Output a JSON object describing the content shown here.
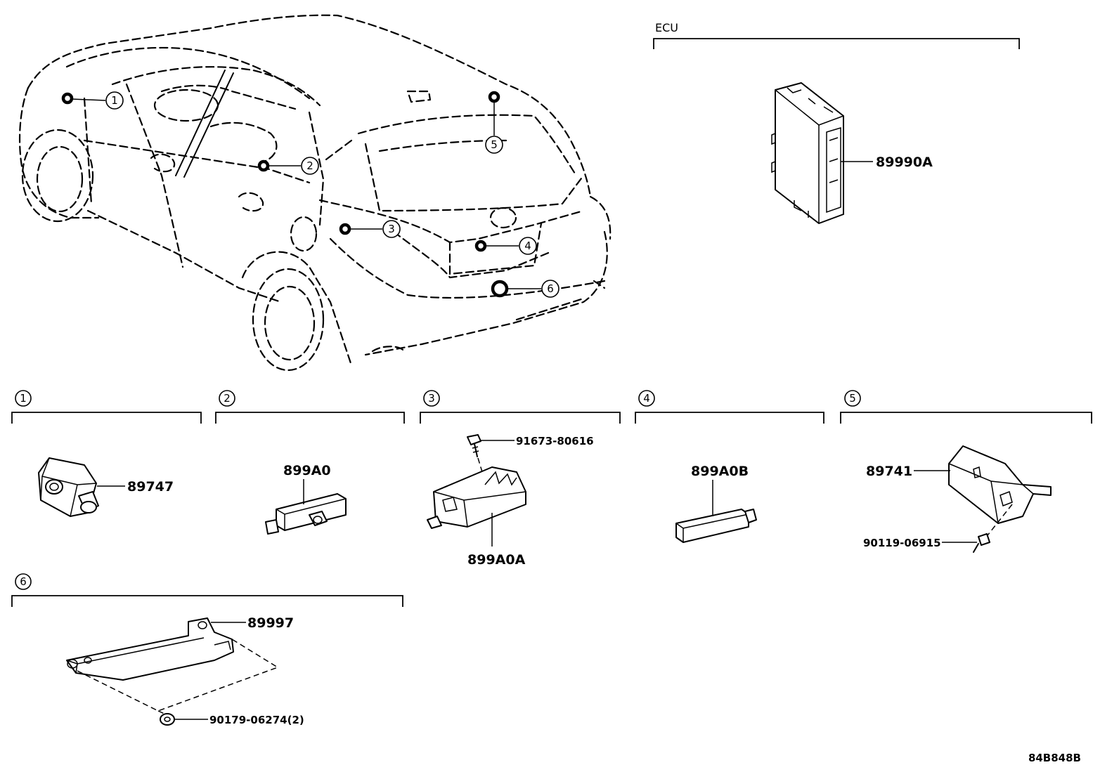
{
  "ecu": {
    "label": "ECU",
    "part_number": "89990A"
  },
  "car_locations": [
    {
      "num": "1"
    },
    {
      "num": "2"
    },
    {
      "num": "3"
    },
    {
      "num": "4"
    },
    {
      "num": "5"
    },
    {
      "num": "6"
    }
  ],
  "sections": [
    {
      "num": "1",
      "parts": [
        "89747"
      ]
    },
    {
      "num": "2",
      "parts": [
        "899A0"
      ]
    },
    {
      "num": "3",
      "parts": [
        "91673-80616",
        "899A0A"
      ]
    },
    {
      "num": "4",
      "parts": [
        "899A0B"
      ]
    },
    {
      "num": "5",
      "parts": [
        "89741",
        "90119-06915"
      ]
    },
    {
      "num": "6",
      "parts": [
        "89997",
        "90179-06274(2)"
      ]
    }
  ],
  "diagram_code": "84B848B"
}
